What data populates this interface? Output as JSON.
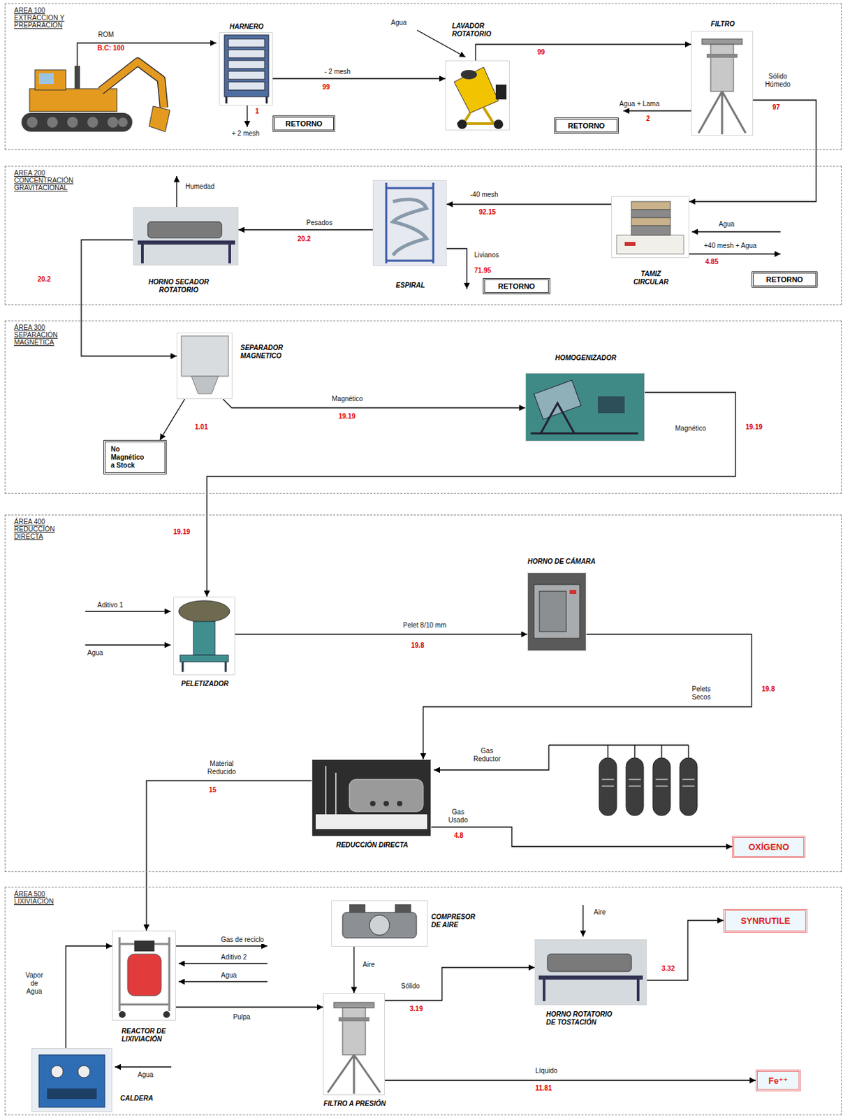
{
  "diagram": {
    "nodes": [
      {
        "text": [
          "AREA 100 EXTRACCION Y PREPARACION"
        ]
      },
      {
        "text": [
          "HARNERO"
        ],
        "in": 0
      },
      {
        "text": [
          "RETORNO"
        ],
        "in": 0
      },
      {
        "text": [
          "LAVADOR ROTATORIO"
        ],
        "in": 0
      },
      {
        "text": [
          "RETORNO"
        ],
        "in": 0
      },
      {
        "text": [
          "FILTRO"
        ],
        "in": 0
      },
      {
        "text": [
          "AREA 200 CONCENTRACIÓN GRAVITACIONAL"
        ]
      },
      {
        "text": [
          "HORNO SECADOR ROTATORIO"
        ],
        "in": 6
      },
      {
        "text": [
          "ESPIRAL"
        ],
        "in": 6
      },
      {
        "text": [
          "RETORNO"
        ],
        "in": 6
      },
      {
        "text": [
          "TAMIZ CIRCULAR"
        ],
        "in": 6
      },
      {
        "text": [
          "RETORNO"
        ],
        "in": 6
      },
      {
        "text": [
          "ÁREA 300 SEPARACIÓN MAGNÉTICA"
        ]
      },
      {
        "text": [
          "SEPARADOR MAGNETICO"
        ],
        "in": 12
      },
      {
        "text": [
          "No Magnético a Stock"
        ],
        "in": 12
      },
      {
        "text": [
          "HOMOGENIZADOR"
        ],
        "in": 12
      },
      {
        "text": [
          "ÁREA 400 REDUCCIÓN DIRECTA"
        ]
      },
      {
        "text": [
          "PELETIZADOR"
        ],
        "in": 16
      },
      {
        "text": [
          "HORNO DE CÁMARA"
        ],
        "in": 16
      },
      {
        "text": [
          "REDUCCIÓN DIRECTA"
        ],
        "in": 16
      },
      {
        "text": [
          "OXÍGENO"
        ],
        "in": 16
      },
      {
        "text": [
          "ÁREA 500 LIXIVIACIÓN"
        ]
      },
      {
        "text": [
          "REACTOR DE LIXIVIACIÓN"
        ],
        "in": 21
      },
      {
        "text": [
          "COMPRESOR DE AIRE"
        ],
        "in": 21
      },
      {
        "text": [
          "HORNO ROTATORIO DE TOSTACIÓN"
        ],
        "in": 21
      },
      {
        "text": [
          "SYNRUTILE"
        ],
        "in": 21
      },
      {
        "text": [
          "CALDERA"
        ],
        "in": 21
      },
      {
        "text": [
          "FILTRO A PRESIÓN"
        ],
        "in": 21
      },
      {
        "text": [
          "Fe⁺⁺"
        ],
        "in": 21
      }
    ],
    "edges": [
      {
        "from": 1,
        "to": 3,
        "label": "- 2 mesh",
        "arrow": "to"
      },
      {
        "from": 3,
        "to": 5,
        "label": "99",
        "arrow": "to"
      },
      {
        "from": 5,
        "to": 10,
        "label": "Sólido Húmedo",
        "arrow": "to"
      },
      {
        "from": 10,
        "to": 8,
        "label": "-40 mesh",
        "arrow": "to"
      },
      {
        "from": 8,
        "to": 7,
        "label": "Pesados",
        "arrow": "to"
      },
      {
        "from": 7,
        "to": 13,
        "label": "20.2",
        "arrow": "to"
      },
      {
        "from": 13,
        "to": 15,
        "label": "Magnético",
        "arrow": "to"
      },
      {
        "from": 13,
        "to": 14,
        "label": "1.01",
        "arrow": "to"
      },
      {
        "from": 15,
        "to": 17,
        "label": "Magnético",
        "arrow": "to"
      },
      {
        "from": 17,
        "to": 18,
        "label": "Pelet 8/10 mm",
        "arrow": "to"
      },
      {
        "from": 18,
        "to": 19,
        "label": "Pelets Secos",
        "arrow": "to"
      },
      {
        "from": 19,
        "to": 20,
        "label": "Gas Usado",
        "arrow": "to"
      },
      {
        "from": 19,
        "to": 22,
        "label": "Material Reducido",
        "arrow": "to"
      },
      {
        "from": 22,
        "to": 27,
        "label": "Pulpa",
        "arrow": "to"
      },
      {
        "from": 26,
        "to": 22,
        "label": "Vapor de Agua",
        "arrow": "to"
      },
      {
        "from": 23,
        "to": 27,
        "label": "Aire",
        "arrow": "to"
      },
      {
        "from": 27,
        "to": 24,
        "label": "Sólido",
        "arrow": "to"
      },
      {
        "from": 27,
        "to": 28,
        "label": "Líquido",
        "arrow": "to"
      },
      {
        "from": 24,
        "to": 25,
        "label": "3.32",
        "arrow": "to"
      }
    ],
    "labels": [
      "ROM",
      "B.C: 100",
      "99",
      "1",
      "+ 2 mesh",
      "Agua",
      "Agua + Lama",
      "2",
      "97",
      "Humedad",
      "92.15",
      "Agua",
      "+40 mesh + Agua",
      "4.85",
      "20.2",
      "Livianos",
      "71.95",
      "19.19",
      "19.19",
      "19.19",
      "Aditivo 1",
      "Agua",
      "19.8",
      "19.8",
      "Gas Reductor",
      "4.8",
      "15",
      "Gas de reciclo",
      "Aditivo 2",
      "Agua",
      "Agua",
      "Aire",
      "3.19",
      "11.81"
    ]
  }
}
